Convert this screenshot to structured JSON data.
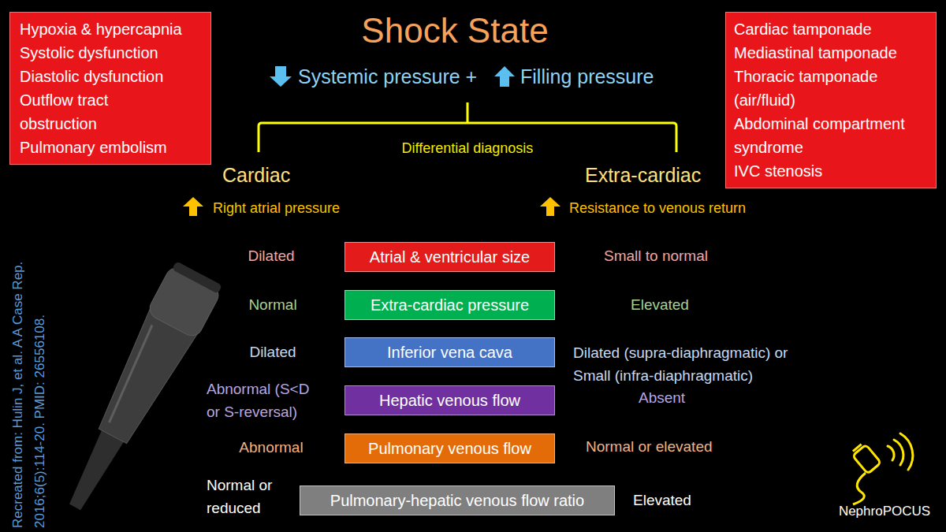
{
  "diagram": {
    "title": "Shock State",
    "nodes": [
      {
        "text": [
          "Hypoxia & hypercapnia",
          "Systolic dysfunction",
          "Diastolic dysfunction",
          "Outflow tract obstruction",
          "Pulmonary embolism"
        ]
      },
      {
        "text": [
          "Cardiac tamponade",
          "Mediastinal tamponade",
          "Thoracic tamponade (air/fluid)",
          "Abdominal compartment syndrome",
          "IVC stenosis"
        ]
      },
      {
        "text": [
          "Atrial & ventricular size"
        ]
      },
      {
        "text": [
          "Extra-cardiac pressure"
        ]
      },
      {
        "text": [
          "Inferior vena cava"
        ]
      },
      {
        "text": [
          "Hepatic venous flow"
        ]
      },
      {
        "text": [
          "Pulmonary venous flow"
        ]
      },
      {
        "text": [
          "Pulmonary-hepatic venous flow ratio"
        ]
      }
    ],
    "labels": [
      "Systemic pressure +",
      "Filling pressure",
      "Differential diagnosis",
      "Cardiac",
      "Extra-cardiac",
      "Right atrial pressure",
      "Resistance to venous return",
      "Dilated",
      "Small to normal",
      "Normal",
      "Elevated",
      "Dilated",
      "Dilated (supra-diaphragmatic) or Small (infra-diaphragmatic)",
      "Abnormal (S<D or S-reversal)",
      "Absent",
      "Abnormal",
      "Normal or elevated",
      "Normal or reduced",
      "Elevated",
      "Recreated from: Hulin J, et al. A A Case Rep. 2016;6(5):114-20. PMID: 26556108.",
      "NephroPOCUS"
    ]
  }
}
